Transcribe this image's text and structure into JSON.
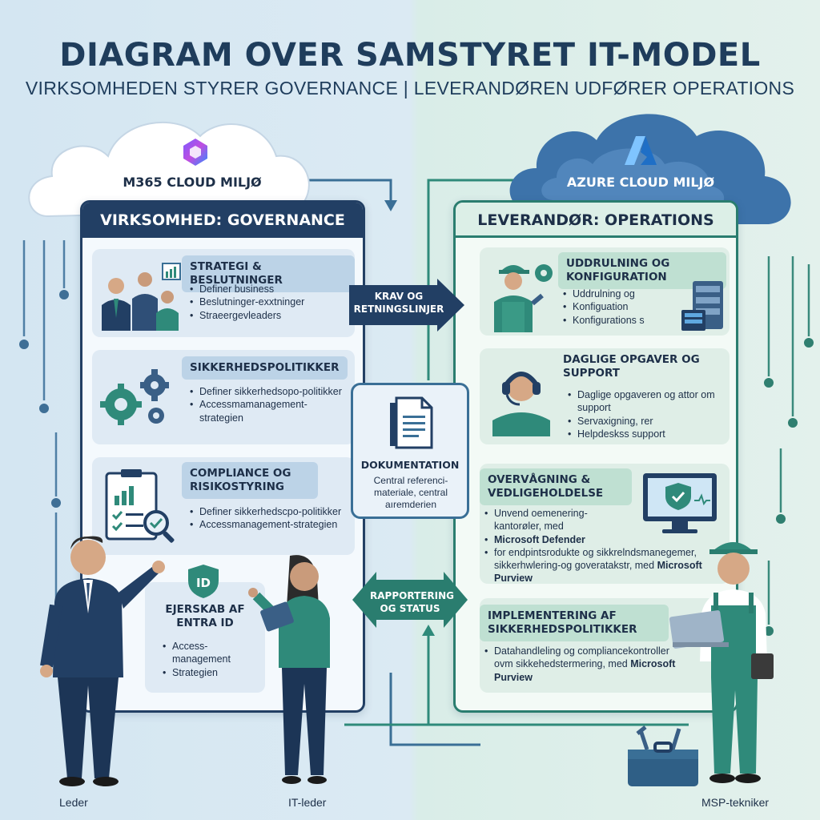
{
  "title": "DIAGRAM OVER SAMSTYRET IT-MODEL",
  "subtitle": "VIRKSOMHEDEN STYRER GOVERNANCE | LEVERANDØREN UDFØRER OPERATIONS",
  "clouds": {
    "left": "M365 CLOUD MILJØ",
    "right": "AZURE CLOUD MILJØ"
  },
  "left_panel": {
    "header": "VIRKSOMHED: GOVERNANCE",
    "cards": [
      {
        "title": "STRATEGI & BESLUTNINGER",
        "items": [
          "Definer business",
          "Beslutninger-exxtninger",
          "Straeergevleaders"
        ]
      },
      {
        "title": "SIKKERHEDSPOLITIKKER",
        "items": [
          "Definer sikkerhedsopo-politikker",
          "Accessmamanagement-strategien"
        ]
      },
      {
        "title": "COMPLIANCE OG RISIKOSTYRING",
        "items": [
          "Definer sikkerhedscpo-politikker",
          "Accessmanagement-strategien"
        ]
      },
      {
        "title": "EJERSKAB AF ENTRA ID",
        "items": [
          "Access-management",
          "Strategien"
        ]
      }
    ]
  },
  "right_panel": {
    "header": "LEVERANDØR: OPERATIONS",
    "cards": [
      {
        "title": "UDDRULNING OG KONFIGURATION",
        "items": [
          "Uddrulning og",
          "Konfiguation",
          "Konfigurations s"
        ]
      },
      {
        "title": "DAGLIGE OPGAVER OG SUPPORT",
        "items": [
          "Daglige opgaveren og attor om support",
          "Servaxigning, rer",
          "Helpdeskss support"
        ]
      },
      {
        "title": "OVERVÅGNING & VEDLIGEHOLDELSE",
        "items": [
          "Unvend oemenering-kantorøler, med",
          "Microsoft Defender",
          "for endpintsrodukte og sikkrelndsmanegemer, sikkerhwlering-og goveratakstr, med",
          "Microsoft Purview"
        ]
      },
      {
        "title": "IMPLEMENTERING AF SIKKERHEDSPOLITIKKER",
        "items": [
          "Datahandleling og compliancekontroller ovm sikkehedstermering, med",
          "Microsoft Purview"
        ]
      }
    ]
  },
  "arrows": {
    "top": "KRAV OG RETNINGSLINJER",
    "bottom": "RAPPORTERING OG STATUS"
  },
  "documentation": {
    "title": "DOKUMENTATION",
    "text": "Central referenci-materiale, central aıremderien"
  },
  "icons": {
    "m365": "m365-logo-icon",
    "azure": "azure-logo-icon",
    "entra": "id-shield-icon"
  },
  "people": {
    "leader": "Leder",
    "it_leader": "IT-leder",
    "technician": "MSP-tekniker"
  },
  "colors": {
    "navy": "#223f64",
    "teal": "#2a7d6f",
    "left_card": "#dfeaf4",
    "right_card": "#dfeee7"
  }
}
